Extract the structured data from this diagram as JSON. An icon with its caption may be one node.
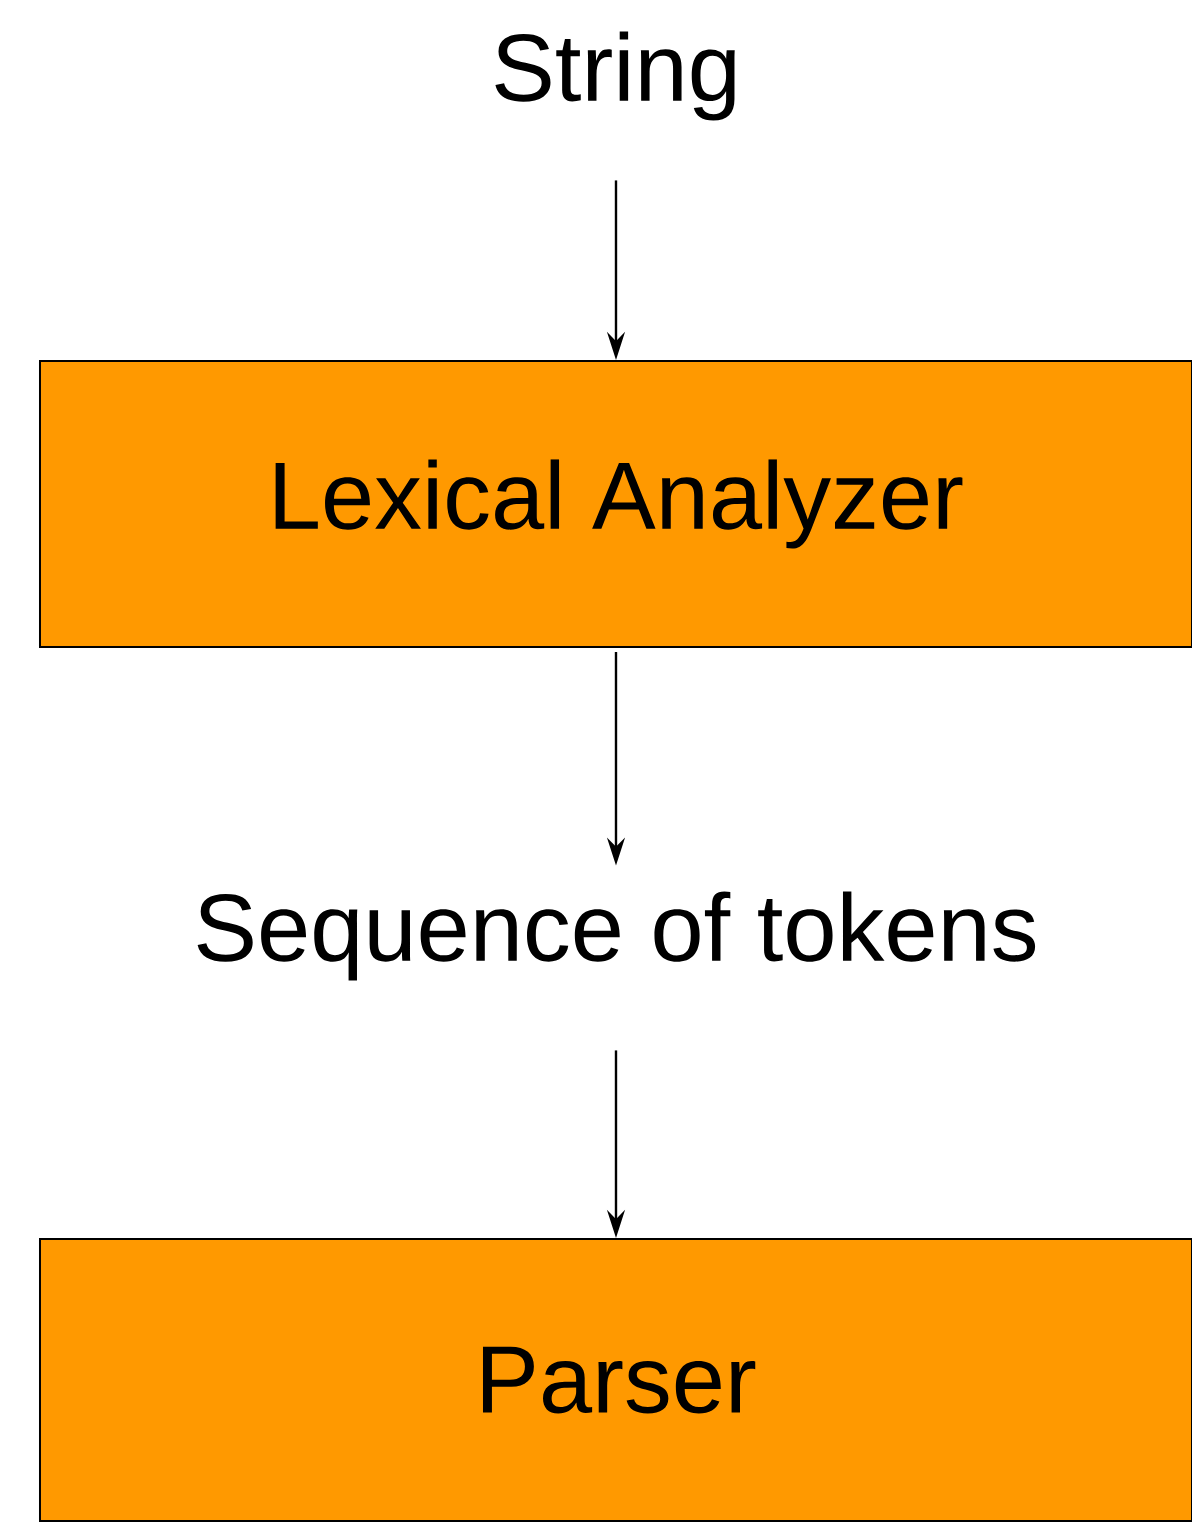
{
  "diagram": {
    "nodes": [
      {
        "text": [
          "String"
        ]
      },
      {
        "text": [
          "Lexical Analyzer"
        ]
      },
      {
        "text": [
          "Sequence of tokens"
        ]
      },
      {
        "text": [
          "Parser"
        ]
      }
    ],
    "edges": [
      {
        "from": 0,
        "to": 1,
        "arrow": "to"
      },
      {
        "from": 1,
        "to": 2,
        "arrow": "to"
      },
      {
        "from": 2,
        "to": 3,
        "arrow": "to"
      }
    ]
  }
}
